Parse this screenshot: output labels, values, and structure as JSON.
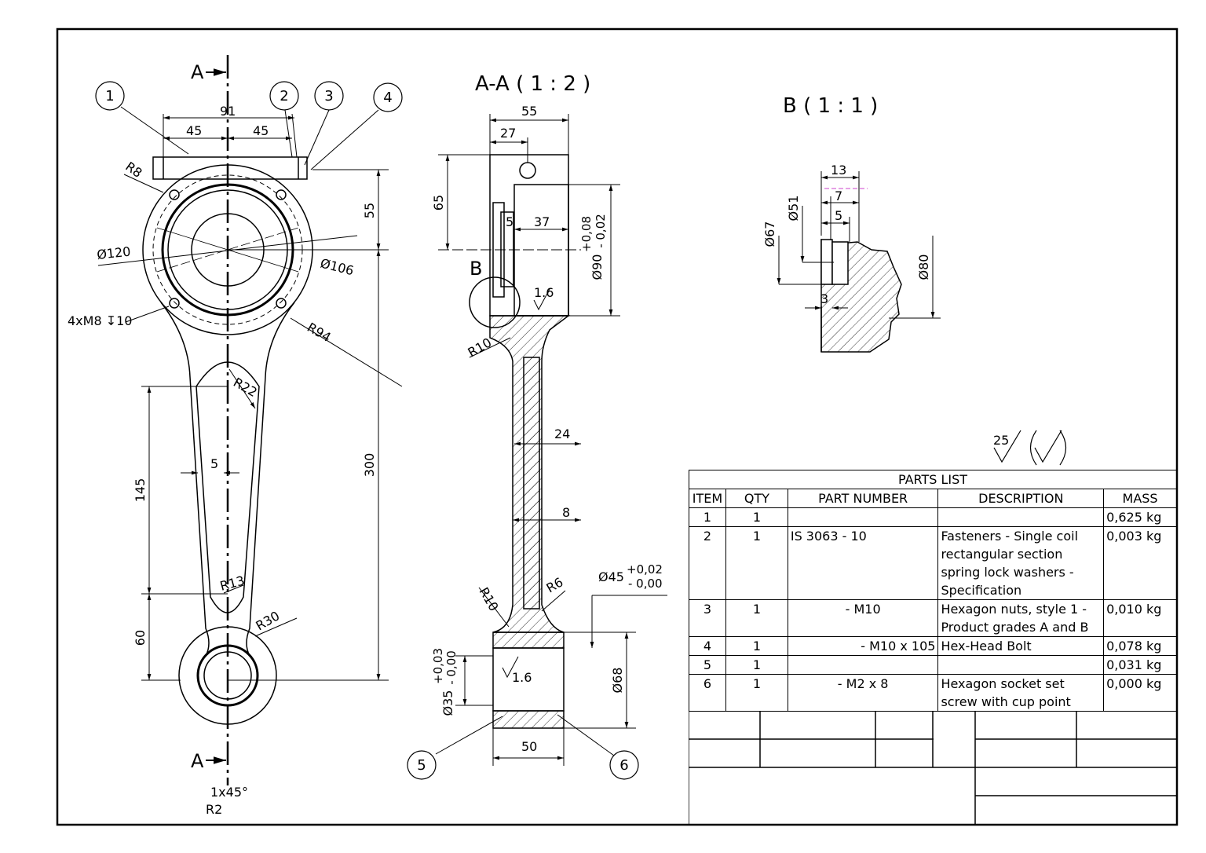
{
  "views": {
    "section_label": "A-A ( 1 : 2 )",
    "detail_label": "B ( 1 : 1 )",
    "cut_mark": "A",
    "detail_mark": "B"
  },
  "balloons": [
    "1",
    "2",
    "3",
    "4",
    "5",
    "6"
  ],
  "front_dims": {
    "d91": "91",
    "d45a": "45",
    "d45b": "45",
    "r8": "R8",
    "d55": "55",
    "phi120": "Ø120",
    "phi106": "Ø106",
    "holes": "4xM8 ↧10",
    "r94": "R94",
    "r22": "R22",
    "d145": "145",
    "d5": "5",
    "d300": "300",
    "r13": "R13",
    "d60": "60",
    "r30": "R30",
    "chamfer": "1x45°",
    "r2": "R2"
  },
  "section_dims": {
    "d55": "55",
    "d27": "27",
    "d65": "65",
    "d5": "5",
    "d37": "37",
    "phi90": "Ø90",
    "phi90_tol_up": "+0,08",
    "phi90_tol_dn": "- 0,02",
    "rough1": "1.6",
    "r10a": "R10",
    "d24": "24",
    "d8": "8",
    "r10b": "R10",
    "r6": "R6",
    "phi45": "Ø45",
    "phi45_tol_up": "+0,02",
    "phi45_tol_dn": "- 0,00",
    "phi35": "Ø35",
    "phi35_tol_up": "+0,03",
    "phi35_tol_dn": "- 0,00",
    "rough2": "1.6",
    "phi68": "Ø68",
    "d50": "50"
  },
  "detail_dims": {
    "d13": "13",
    "d7": "7",
    "d5": "5",
    "phi51": "Ø51",
    "phi67": "Ø67",
    "phi80": "Ø80",
    "d3": "3"
  },
  "surface_finish": {
    "value": "25"
  },
  "parts_list": {
    "title": "PARTS LIST",
    "headers": [
      "ITEM",
      "QTY",
      "PART NUMBER",
      "DESCRIPTION",
      "MASS"
    ],
    "rows": [
      {
        "item": "1",
        "qty": "1",
        "part": "",
        "desc": "",
        "mass": "0,625 kg"
      },
      {
        "item": "2",
        "qty": "1",
        "part": "IS 3063 - 10",
        "desc": "Fasteners - Single coil rectangular section spring lock washers - Specification",
        "mass": "0,003 kg"
      },
      {
        "item": "3",
        "qty": "1",
        "part": "- M10",
        "desc": "Hexagon nuts, style 1 - Product grades A and B",
        "mass": "0,010 kg"
      },
      {
        "item": "4",
        "qty": "1",
        "part": "- M10 x 105",
        "desc": "Hex-Head Bolt",
        "mass": "0,078 kg"
      },
      {
        "item": "5",
        "qty": "1",
        "part": "",
        "desc": "",
        "mass": "0,031 kg"
      },
      {
        "item": "6",
        "qty": "1",
        "part": "- M2 x 8",
        "desc": "Hexagon socket set screw with cup point",
        "mass": "0,000 kg"
      }
    ]
  }
}
